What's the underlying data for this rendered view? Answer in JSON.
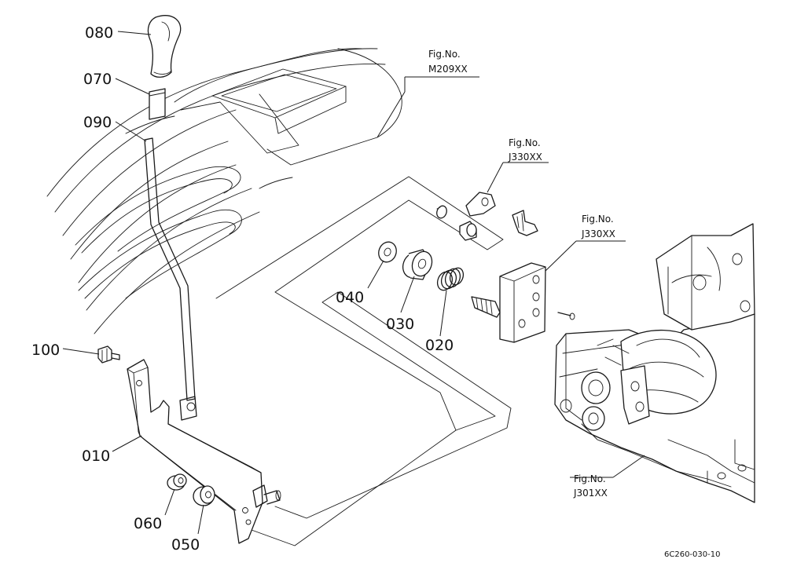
{
  "parts": [
    {
      "id": "p080",
      "number": "080"
    },
    {
      "id": "p070",
      "number": "070"
    },
    {
      "id": "p090",
      "number": "090"
    },
    {
      "id": "p100",
      "number": "100"
    },
    {
      "id": "p010",
      "number": "010"
    },
    {
      "id": "p060",
      "number": "060"
    },
    {
      "id": "p050",
      "number": "050"
    },
    {
      "id": "p040",
      "number": "040"
    },
    {
      "id": "p030",
      "number": "030"
    },
    {
      "id": "p020",
      "number": "020"
    }
  ],
  "figure_refs": [
    {
      "id": "ref_m209",
      "label": "Fig.No.",
      "code": "M209XX"
    },
    {
      "id": "ref_j330a",
      "label": "Fig.No.",
      "code": "J330XX"
    },
    {
      "id": "ref_j330b",
      "label": "Fig.No.",
      "code": "J330XX"
    },
    {
      "id": "ref_j301",
      "label": "Fig.No.",
      "code": "J301XX"
    }
  ],
  "drawing_code": "6C260-030-10"
}
